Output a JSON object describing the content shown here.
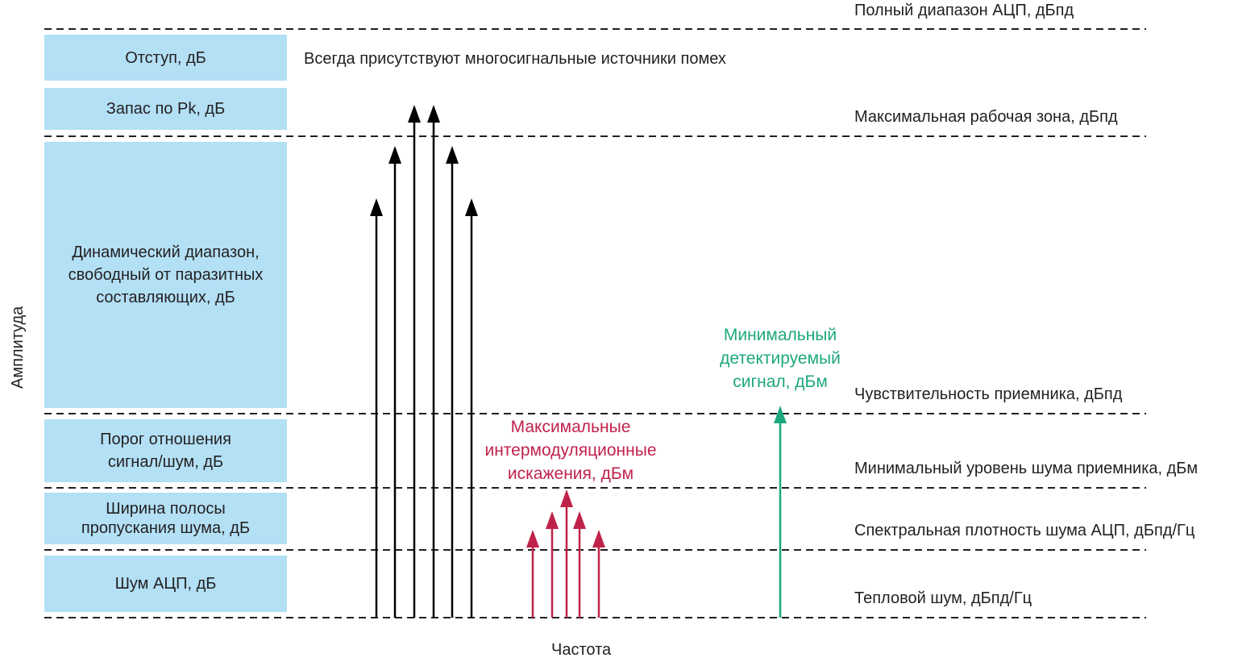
{
  "blocks": [
    "Отступ, дБ",
    "Запас по Pk, дБ",
    "Динамический диапазон,\nсвободный от паразитных\nсоставляющих, дБ",
    "Порог отношения\nсигнал/шум, дБ",
    "Ширина полосы\nпропускания шума, дБ",
    "Шум АЦП, дБ"
  ],
  "levels": [
    "Полный диапазон АЦП, дБпд",
    "Максимальная рабочая зона, дБпд",
    "Чувствительность приемника, дБпд",
    "Минимальный уровень шума приемника, дБм",
    "Спектральная плотность шума АЦП, дБпд/Гц",
    "Тепловой шум, дБпд/Гц"
  ],
  "interferers_note": "Всегда присутствуют многосигнальные источники помех",
  "imd_label": "Максимальные\nинтермодуляционные\nискажения, дБм",
  "mds_label": "Минимальный\nдетектируемый\nсигнал, дБм",
  "x_axis": "Частота",
  "y_axis": "Амплитуда",
  "colors": {
    "block_fill": "#b3e0f5",
    "interferer_arrows": "#000000",
    "imd_arrows": "#c0234a",
    "mds_arrow": "#1ea77f",
    "dashed_lines": "#231f20"
  }
}
